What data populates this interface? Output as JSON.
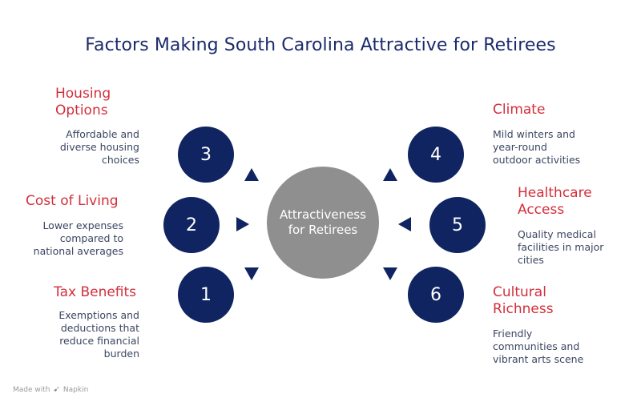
{
  "title": "Factors Making South Carolina Attractive for Retirees",
  "center": {
    "line1": "Attractiveness",
    "line2": "for Retirees"
  },
  "factors": [
    {
      "number": "3",
      "heading_line1": "Housing",
      "heading_line2": "Options",
      "desc_lines": [
        "Affordable and",
        "diverse housing",
        "choices"
      ]
    },
    {
      "number": "2",
      "heading_line1": "Cost of Living",
      "heading_line2": "",
      "desc_lines": [
        "Lower expenses",
        "compared to",
        "national averages"
      ]
    },
    {
      "number": "1",
      "heading_line1": "Tax Benefits",
      "heading_line2": "",
      "desc_lines": [
        "Exemptions and",
        "deductions that",
        "reduce financial",
        "burden"
      ]
    },
    {
      "number": "4",
      "heading_line1": "Climate",
      "heading_line2": "",
      "desc_lines": [
        "Mild winters and",
        "year-round",
        "outdoor activities"
      ]
    },
    {
      "number": "5",
      "heading_line1": "Healthcare",
      "heading_line2": "Access",
      "desc_lines": [
        "Quality medical",
        "facilities in major",
        "cities"
      ]
    },
    {
      "number": "6",
      "heading_line1": "Cultural",
      "heading_line2": "Richness",
      "desc_lines": [
        "Friendly",
        "communities and",
        "vibrant arts scene"
      ]
    }
  ],
  "footer": {
    "made_with": "Made with",
    "brand": "Napkin"
  },
  "colors": {
    "navy": "#0f2460",
    "red": "#d22f3b",
    "gray": "#8f8f8f",
    "title": "#1b2a6b"
  }
}
